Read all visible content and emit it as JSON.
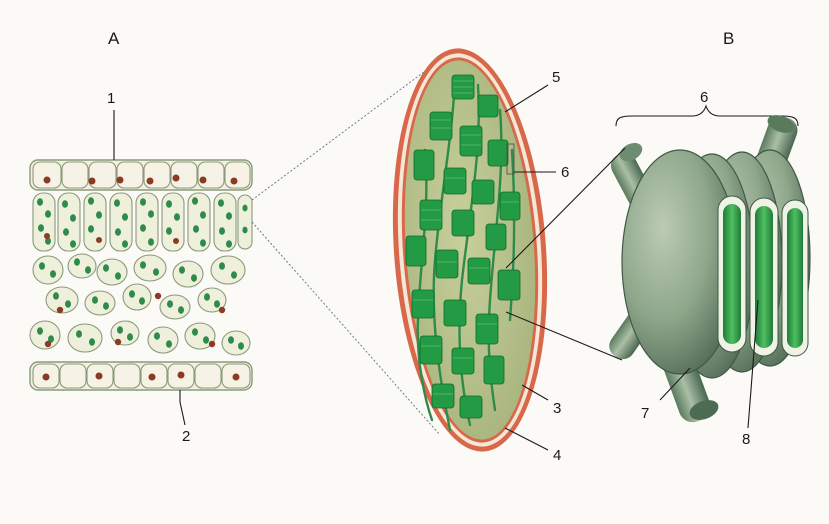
{
  "panels": {
    "a": "A",
    "b": "B"
  },
  "labels": {
    "l1": "1",
    "l2": "2",
    "l3": "3",
    "l4": "4",
    "l5": "5",
    "l6": "6",
    "l6b": "6",
    "l7": "7",
    "l8": "8"
  },
  "colors": {
    "background": "#fbfaf6",
    "cell_wall": "#8a9a7a",
    "cell_fill": "#eef0dc",
    "chloroplast": "#2e8b4a",
    "nucleus": "#8a3b22",
    "membrane": "#d9684a",
    "stroma": "#b9c28e",
    "granum_body": "#7f9a7c"
  }
}
